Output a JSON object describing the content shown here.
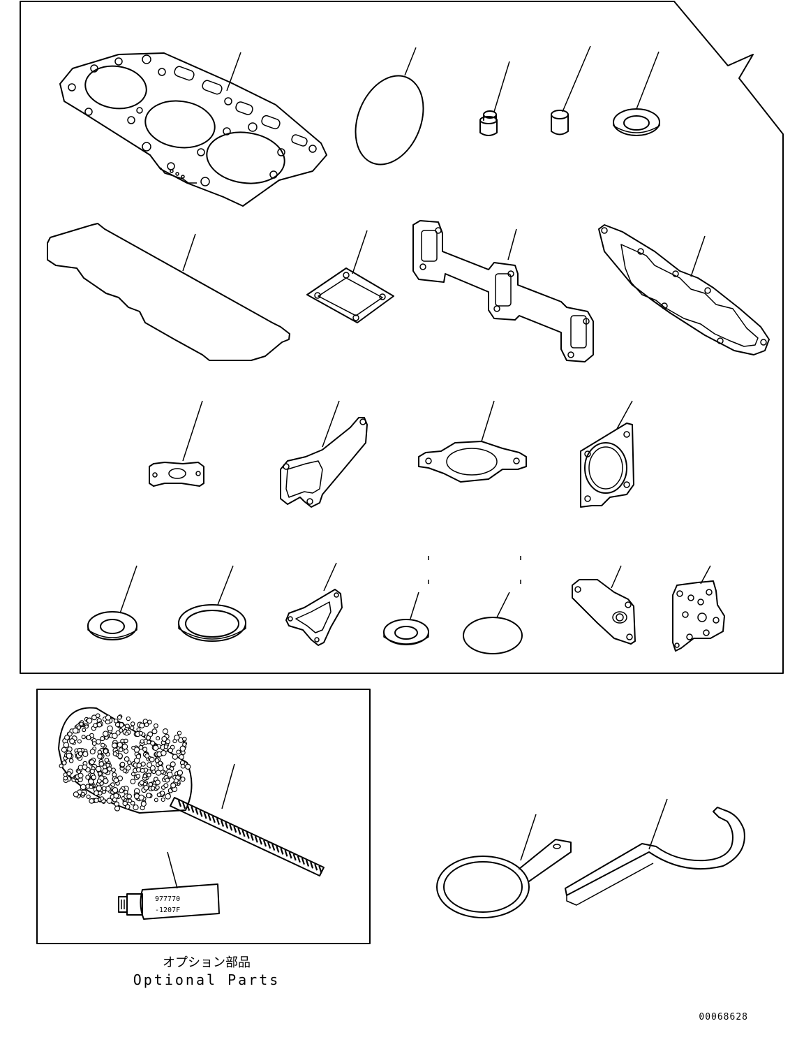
{
  "labels": {
    "optional_jp": "オプション部品",
    "optional_en": "Optional Parts",
    "drawing_number": "00068628",
    "tube_line1": "977770",
    "tube_line2": "-1207F"
  }
}
